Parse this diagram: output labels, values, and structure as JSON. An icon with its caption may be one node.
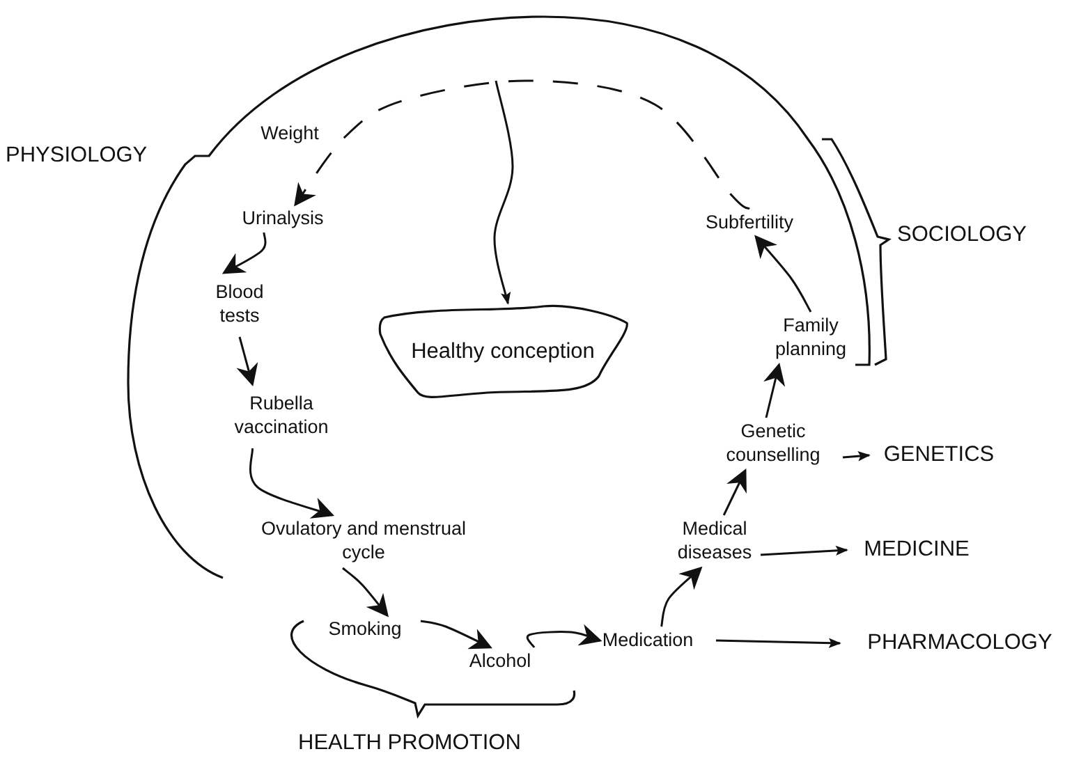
{
  "diagram": {
    "nodes": [
      {
        "text": [
          "Weight"
        ]
      },
      {
        "text": [
          "Urinalysis"
        ]
      },
      {
        "text": [
          "Blood tests"
        ]
      },
      {
        "text": [
          "Rubella vaccination"
        ]
      },
      {
        "text": [
          "Ovulatory and menstrual cycle"
        ]
      },
      {
        "text": [
          "Smoking"
        ]
      },
      {
        "text": [
          "Alcohol"
        ]
      },
      {
        "text": [
          "Medication"
        ]
      },
      {
        "text": [
          "Medical diseases"
        ]
      },
      {
        "text": [
          "Genetic counselling"
        ]
      },
      {
        "text": [
          "Family planning"
        ]
      },
      {
        "text": [
          "Subfertility"
        ]
      },
      {
        "text": [
          "Healthy conception"
        ]
      },
      {
        "text": [
          "GENETICS"
        ]
      },
      {
        "text": [
          "MEDICINE"
        ]
      },
      {
        "text": [
          "PHARMACOLOGY"
        ]
      }
    ],
    "edges": [
      {
        "from": 11,
        "to": 1,
        "arrow": "to",
        "style": "dashed"
      },
      {
        "from": 1,
        "to": 2,
        "arrow": "to"
      },
      {
        "from": 2,
        "to": 3,
        "arrow": "to"
      },
      {
        "from": 3,
        "to": 4,
        "arrow": "to"
      },
      {
        "from": 4,
        "to": 5,
        "arrow": "to"
      },
      {
        "from": 5,
        "to": 6,
        "arrow": "to"
      },
      {
        "from": 6,
        "to": 7,
        "arrow": "to"
      },
      {
        "from": 7,
        "to": 8,
        "arrow": "to"
      },
      {
        "from": 8,
        "to": 9,
        "arrow": "to"
      },
      {
        "from": 9,
        "to": 10,
        "arrow": "to"
      },
      {
        "from": 10,
        "to": 11,
        "arrow": "to"
      },
      {
        "from": 9,
        "to": 13,
        "arrow": "to"
      },
      {
        "from": 8,
        "to": 14,
        "arrow": "to"
      },
      {
        "from": 7,
        "to": 15,
        "arrow": "to"
      },
      {
        "from": null,
        "to": 12,
        "arrow": "to"
      }
    ],
    "labels": [
      "PHYSIOLOGY",
      "SOCIOLOGY",
      "HEALTH PROMOTION"
    ]
  }
}
